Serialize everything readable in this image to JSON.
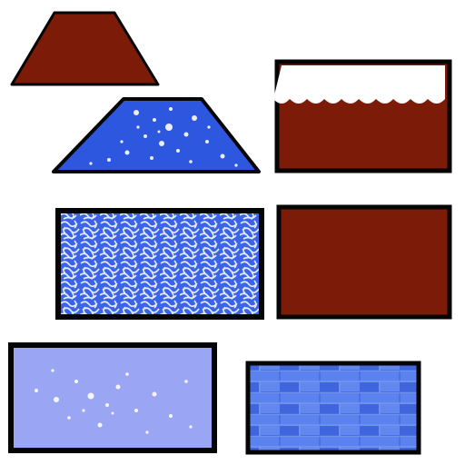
{
  "pieces": [
    {
      "name": "brown-trapezoid-piece",
      "shape": "trapezoid",
      "fill": "solid",
      "color": "#7b1b08"
    },
    {
      "name": "speckled-blue-trapezoid-piece",
      "shape": "trapezoid",
      "fill": "speckled",
      "color": "#2e57e0"
    },
    {
      "name": "scalloped-brown-rectangle-piece",
      "shape": "rectangle",
      "fill": "solid-with-white-scalloped-top",
      "color": "#7b1b08"
    },
    {
      "name": "maze-pattern-blue-rectangle-piece",
      "shape": "rectangle",
      "fill": "maze-pattern",
      "color": "#3b64e8"
    },
    {
      "name": "brown-rectangle-piece",
      "shape": "rectangle",
      "fill": "solid",
      "color": "#7b1b08"
    },
    {
      "name": "speckled-lavender-rectangle-piece",
      "shape": "rectangle",
      "fill": "speckled",
      "color": "#9aa6f3"
    },
    {
      "name": "brick-textured-blue-rectangle-piece",
      "shape": "rectangle",
      "fill": "brick-texture",
      "color": "#4a72e6"
    }
  ],
  "colors": {
    "brown": "#7b1b08",
    "outline": "#050505",
    "blue": "#2e57e0",
    "lavender": "#9aa6f3",
    "background": "#ffffff"
  }
}
